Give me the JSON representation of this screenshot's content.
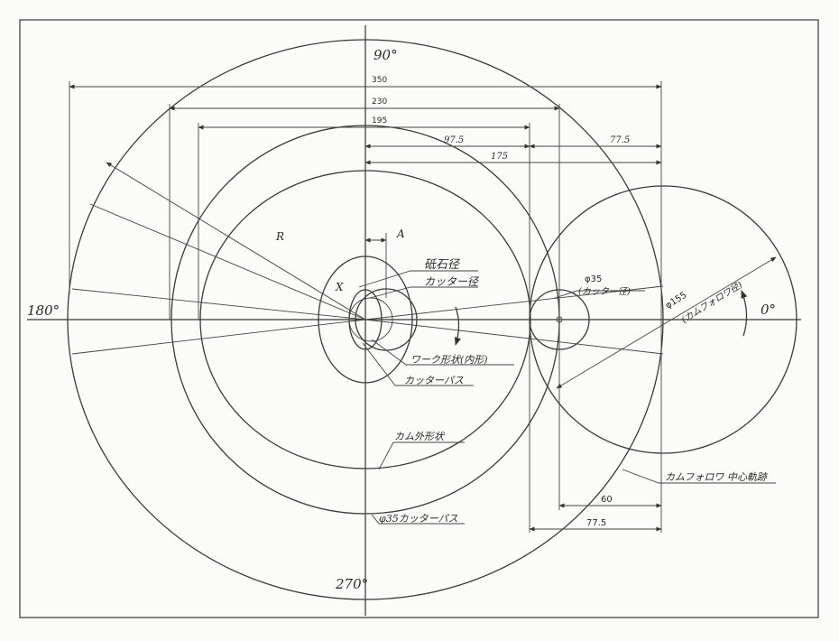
{
  "angles": {
    "deg_90": "90°",
    "deg_180": "180°",
    "deg_270": "270°",
    "deg_0": "0°"
  },
  "dimensions": {
    "d350": "350",
    "d230": "230",
    "d195": "195",
    "d97_5": "97.5",
    "d77_5_top": "77.5",
    "d175": "175",
    "d60": "60",
    "d77_5_bottom": "77.5"
  },
  "labels": {
    "R": "R",
    "A": "A",
    "X": "X",
    "grinding_dia": "砥石径",
    "cutter_dia": "カッター径",
    "phi35": "φ35",
    "phi35_cutter": "(カッター径)",
    "phi155": "φ155",
    "cam_follower_dia": "(カムフォロワ径)",
    "work_shape": "ワーク形状(内形)",
    "cutter_path": "カッターパス",
    "cam_outer": "カム外形状",
    "phi35_cutter_path": "φ35カッターパス",
    "follower_track": "カムフォロワ 中心軌跡"
  }
}
